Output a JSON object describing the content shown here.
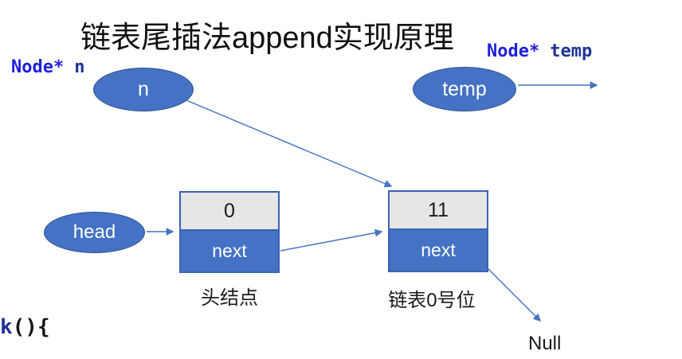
{
  "title": "链表尾插法append实现原理",
  "code_labels": {
    "n": {
      "type": "Node*",
      "name": "n"
    },
    "temp": {
      "type": "Node*",
      "name": "temp"
    },
    "snippet": {
      "keyword": "k",
      "rest": "(){"
    }
  },
  "pointers": {
    "n": "n",
    "temp": "temp",
    "head": "head"
  },
  "nodes": [
    {
      "value": "0",
      "pointer_field": "next",
      "caption": "头结点"
    },
    {
      "value": "11",
      "pointer_field": "next",
      "caption": "链表0号位"
    }
  ],
  "null_label": "Null",
  "connectors": [
    {
      "name": "n-to-node2",
      "from": "n ellipse",
      "to": "node2 top-left"
    },
    {
      "name": "head-to-node1",
      "from": "head ellipse",
      "to": "node1 left edge"
    },
    {
      "name": "node1-next-to-node2",
      "from": "node1 next cell",
      "to": "node2 left edge"
    },
    {
      "name": "temp-to-right",
      "from": "temp ellipse",
      "to": "open space right"
    },
    {
      "name": "node2-next-to-null",
      "from": "node2 next cell",
      "to": "Null"
    }
  ],
  "colors": {
    "shape-fill": "#4472c4",
    "shape-border": "#2f528f",
    "cell-gray": "#e7e6e6",
    "box-border": "#3b62ad",
    "arrow": "#4472c4",
    "code-type": "#2020dd",
    "code-var": "#1f3394",
    "text": "#111111"
  }
}
